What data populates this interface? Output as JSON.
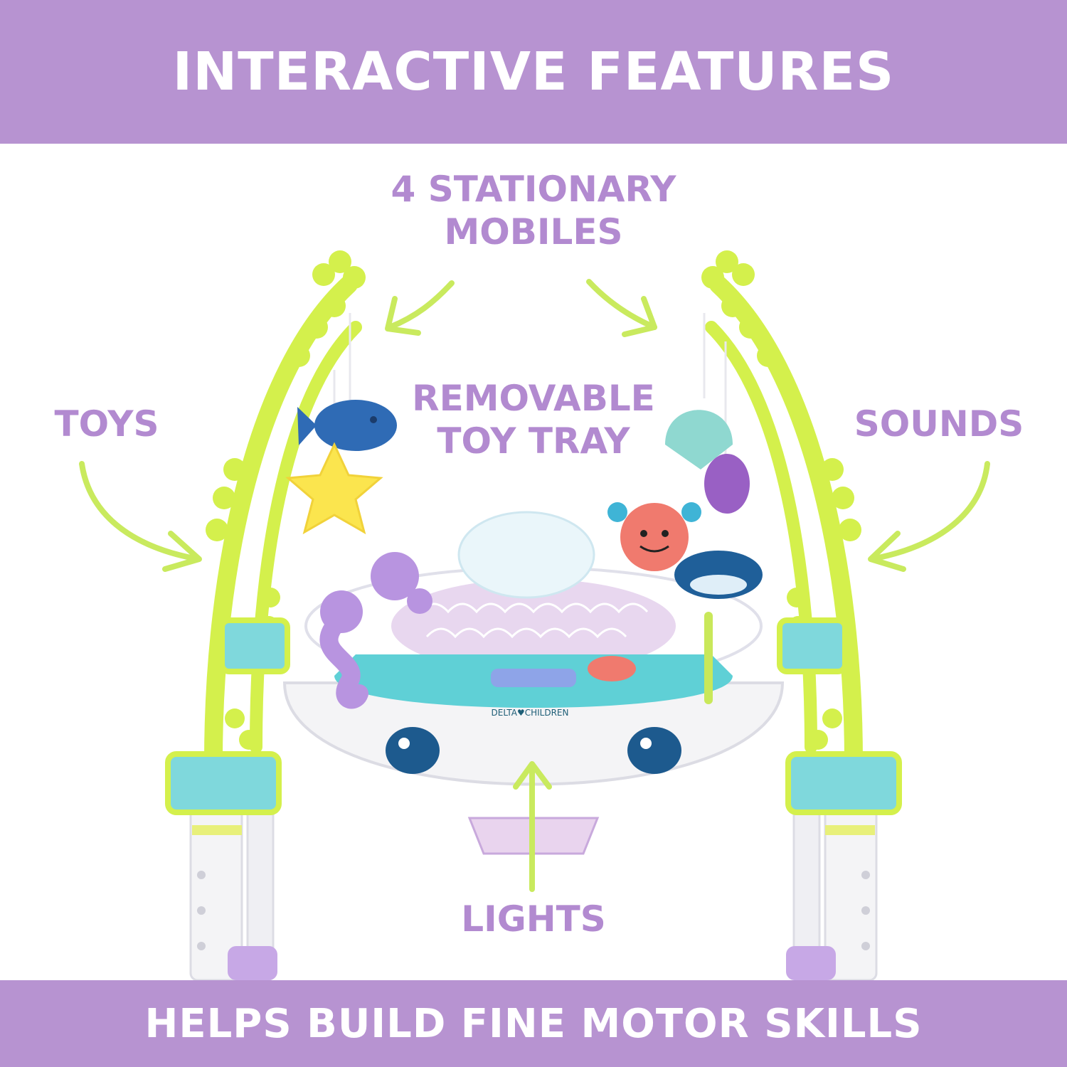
{
  "colors": {
    "banner": "#b793d1",
    "banner_text": "#ffffff",
    "label_text": "#b28ad0",
    "arrow": "#c9ea5e",
    "lime": "#d4f04c",
    "teal": "#5fd0d6",
    "white": "#ffffff"
  },
  "header": {
    "title": "INTERACTIVE FEATURES"
  },
  "callouts": {
    "mobiles": {
      "line1": "4 STATIONARY",
      "line2": "MOBILES"
    },
    "tray": {
      "line1": "REMOVABLE",
      "line2": "TOY TRAY"
    },
    "toys": "TOYS",
    "sounds": "SOUNDS",
    "lights": "LIGHTS"
  },
  "product": {
    "brand_mark": "DELTA♥CHILDREN"
  },
  "footer": {
    "title": "HELPS BUILD FINE MOTOR SKILLS"
  }
}
